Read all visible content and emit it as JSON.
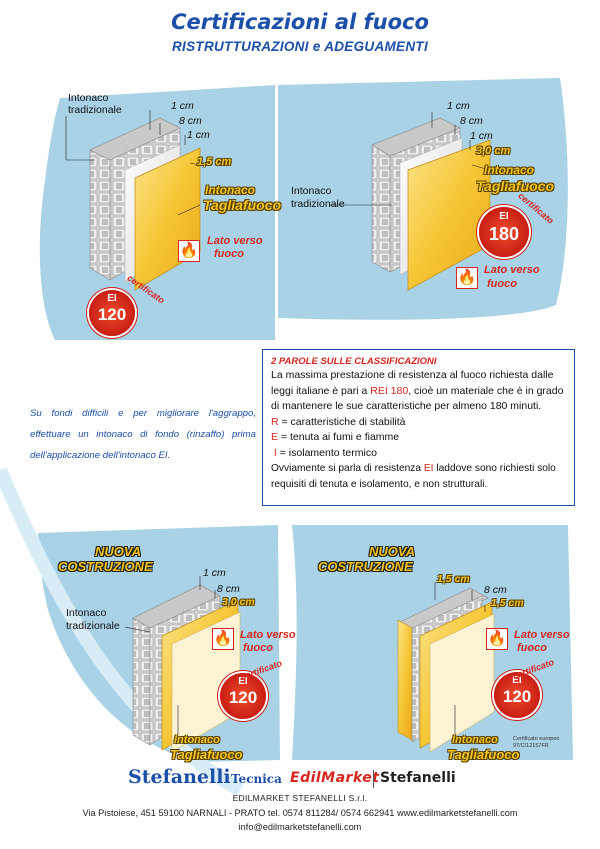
{
  "header": {
    "title": "Certificazioni al fuoco",
    "subtitle": "RISTRUTTURAZIONI e ADEGUAMENTI"
  },
  "panels": {
    "p1": {
      "dim1": "1 cm",
      "dim2": "8 cm",
      "dim3": "1 cm",
      "dim4": "1,5 cm",
      "intonaco_trad_1": "Intonaco",
      "intonaco_trad_2": "tradizionale",
      "taglia_1": "Intonaco",
      "taglia_2": "Tagliafuoco",
      "lato_1": "Lato verso",
      "lato_2": "fuoco",
      "cert_word": "certificato",
      "ei": "EI",
      "rating": "120"
    },
    "p2": {
      "dim1": "1 cm",
      "dim2": "8 cm",
      "dim3": "1 cm",
      "dim4": "3,0 cm",
      "intonaco_trad_1": "Intonaco",
      "intonaco_trad_2": "tradizionale",
      "taglia_1": "Intonaco",
      "taglia_2": "Tagliafuoco",
      "lato_1": "Lato verso",
      "lato_2": "fuoco",
      "cert_word": "certificato",
      "ei": "EI",
      "rating": "180"
    },
    "p3": {
      "nuova_1": "NUOVA",
      "nuova_2": "COSTRUZIONE",
      "dim1": "1 cm",
      "dim2": "8 cm",
      "dim3": "3,0 cm",
      "intonaco_trad_1": "Intonaco",
      "intonaco_trad_2": "tradizionale",
      "taglia_1": "Intonaco",
      "taglia_2": "Tagliafuoco",
      "lato_1": "Lato verso",
      "lato_2": "fuoco",
      "cert_word": "certificato",
      "ei": "EI",
      "rating": "120"
    },
    "p4": {
      "nuova_1": "NUOVA",
      "nuova_2": "COSTRUZIONE",
      "dim1": "1,5 cm",
      "dim2": "8 cm",
      "dim3": "1,5 cm",
      "taglia_1": "Intonaco",
      "taglia_2": "Tagliafuoco",
      "lato_1": "Lato verso",
      "lato_2": "fuoco",
      "cert_word": "certificato",
      "ei": "EI",
      "rating": "120",
      "cert_europe_1": "Certificato europeo",
      "cert_europe_2": "97/C/12157FR"
    }
  },
  "info": {
    "title": "2 PAROLE SULLE CLASSIFICAZIONI",
    "para1_a": "La massima prestazione di resistenza al fuoco richiesta dalle leggi italiane è pari a ",
    "para1_rei": "REI 180",
    "para1_b": ", cioè un materiale che è in grado di mantenere le sue caratteristiche per almeno 180 minuti.",
    "r_letter": "R",
    "r_text": " = caratteristiche di stabilità",
    "e_letter": "E",
    "e_text": " = tenuta ai fumi e fiamme",
    "i_letter": "I",
    "i_text": " = isolamento termico",
    "para2_a": "Ovviamente si parla di resistenza ",
    "para2_ei": "EI",
    "para2_b": " laddove sono richiesti solo requisiti di tenuta e isolamento, e non strutturali."
  },
  "note": "Su fondi difficili e per migliorare l'aggrappo, effettuare un intonaco di fondo (rinzaffo) prima dell'applicazione dell'intonaco EI.",
  "footer": {
    "brand_1": "Stefanelli",
    "brand_1b": "Tecnica",
    "brand_2": "EdilMarket",
    "brand_3": "Stefanelli",
    "company": "EDILMARKET STEFANELLI S.r.l.",
    "address": "Via Pistoiese, 451   59100 NARNALI - PRATO  tel. 0574 811284/ 0574 662941  www.edilmarketstefanelli.com",
    "email": "info@edilmarketstefanelli.com"
  },
  "colors": {
    "title_blue": "#1b4fa8",
    "panel_blue": "#a9d2e6",
    "fire_red": "#d8261f",
    "plaster_yellow": "#f6c635"
  },
  "icons": [
    "fire-warning-icon",
    "certificate-seal-icon"
  ]
}
